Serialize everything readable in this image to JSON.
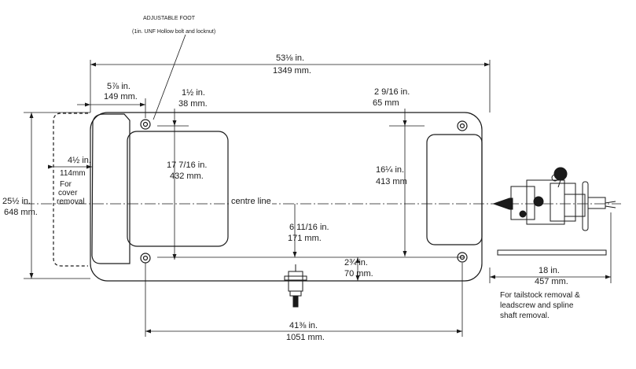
{
  "colors": {
    "ink": "#1a1a1a",
    "paper": "#ffffff"
  },
  "labels": {
    "foot_title": "ADJUSTABLE FOOT",
    "foot_note": "(1in. UNF Hollow bolt and locknut)",
    "overall_len_in": "53⅛ in.",
    "overall_len_mm": "1349 mm.",
    "left_offset_in": "5⅞ in.",
    "left_offset_mm": "149 mm.",
    "top_offset_left_in": "1½ in.",
    "top_offset_left_mm": "38 mm.",
    "top_offset_right_in": "2 9/16 in.",
    "top_offset_right_mm": "65 mm",
    "cover_in": "4½ in.",
    "cover_mm": "114mm",
    "cover_note_1": "For",
    "cover_note_2": "cover",
    "cover_note_3": "removal",
    "depth_left_in": "17 7/16 in.",
    "depth_left_mm": "432 mm.",
    "depth_right_in": "16¼ in.",
    "depth_right_mm": "413 mm",
    "overall_width_in": "25½ in.",
    "overall_width_mm": "648 mm.",
    "centre_line": "centre line",
    "mid_in": "6 11/16 in.",
    "mid_mm": "171 mm.",
    "bottom_gap_in": "2¾ in.",
    "bottom_gap_mm": "70 mm.",
    "tail_in": "18 in.",
    "tail_mm": "457 mm.",
    "tail_note_1": "For tailstock removal &",
    "tail_note_2": "leadscrew and spline",
    "tail_note_3": "shaft removal.",
    "foot_span_in": "41⅜ in.",
    "foot_span_mm": "1051 mm."
  }
}
